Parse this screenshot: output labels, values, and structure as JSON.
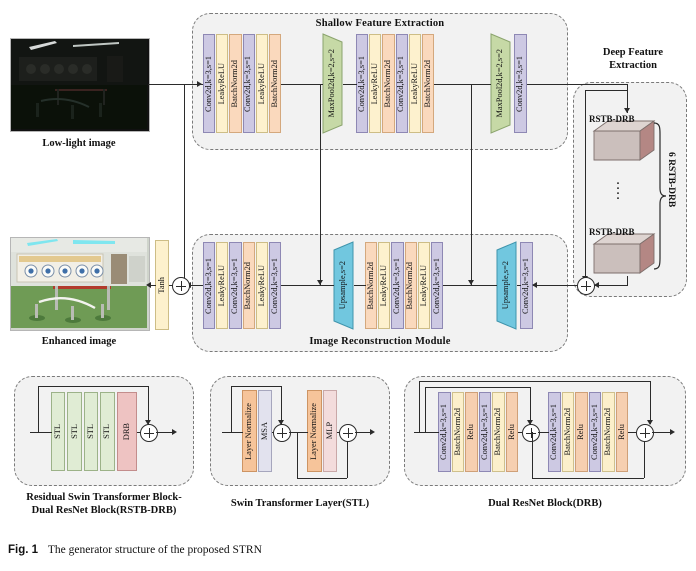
{
  "figure": {
    "label": "Fig. 1",
    "caption": "The generator structure of the proposed STRN"
  },
  "images": {
    "input_caption": "Low-light image",
    "output_caption": "Enhanced image"
  },
  "groups": {
    "shallow": "Shallow Feature Extraction",
    "deep_line1": "Deep Feature",
    "deep_line2": "Extraction",
    "reconstruction": "Image Reconstruction Module"
  },
  "activations": {
    "tanh": "Tanh"
  },
  "shallow_blocks": [
    {
      "label": "Conv2d,k=3,s=1",
      "kind": "conv"
    },
    {
      "label": "LeakyReLU",
      "kind": "lrelu"
    },
    {
      "label": "BatchNorm2d",
      "kind": "bn"
    },
    {
      "label": "Conv2d,k=3,s=1",
      "kind": "conv"
    },
    {
      "label": "LeakyReLU",
      "kind": "lrelu"
    },
    {
      "label": "BatchNorm2d",
      "kind": "bn"
    }
  ],
  "shallow_pool1": {
    "label": "MaxPool2d,k=2,s=2"
  },
  "shallow_blocks2": [
    {
      "label": "Conv2d,k=3,s=1",
      "kind": "conv"
    },
    {
      "label": "LeakyReLU",
      "kind": "lrelu"
    },
    {
      "label": "BatchNorm2d",
      "kind": "bn"
    },
    {
      "label": "Conv2d,k=3,s=1",
      "kind": "conv"
    },
    {
      "label": "LeakyReLU",
      "kind": "lrelu"
    },
    {
      "label": "BatchNorm2d",
      "kind": "bn"
    }
  ],
  "shallow_pool2": {
    "label": "MaxPool2d,k=2,s=2"
  },
  "shallow_tail": {
    "label": "Conv2d,k=3,s=1",
    "kind": "conv"
  },
  "deep": {
    "block_top": "RSTB-DRB",
    "block_bottom": "RSTB-DRB",
    "count_label": "6 RSTB-DRB"
  },
  "recon_blocks1": [
    {
      "label": "Conv2d,k=3,s=1",
      "kind": "conv"
    },
    {
      "label": "LeakyReLU",
      "kind": "lrelu"
    },
    {
      "label": "Conv2d,k=3,s=1",
      "kind": "conv"
    },
    {
      "label": "BatchNorm2d",
      "kind": "bn"
    },
    {
      "label": "LeakyReLU",
      "kind": "lrelu"
    },
    {
      "label": "Conv2d,k=3,s=1",
      "kind": "conv"
    }
  ],
  "recon_up1": {
    "label": "Upsample,s=2"
  },
  "recon_blocks2": [
    {
      "label": "BatchNorm2d",
      "kind": "bn"
    },
    {
      "label": "LeakyReLU",
      "kind": "lrelu"
    },
    {
      "label": "Conv2d,k=3,s=1",
      "kind": "conv"
    },
    {
      "label": "BatchNorm2d",
      "kind": "bn"
    },
    {
      "label": "LeakyReLU",
      "kind": "lrelu"
    },
    {
      "label": "Conv2d,k=3,s=1",
      "kind": "conv"
    }
  ],
  "recon_up2": {
    "label": "Upsample,s=2"
  },
  "recon_tail": {
    "label": "Conv2d,k=3,s=1",
    "kind": "conv"
  },
  "rstb_drb_panel": {
    "title_line1": "Residual Swin Transformer Block-",
    "title_line2": "Dual ResNet Block(RSTB-DRB)",
    "blocks": [
      {
        "label": "STL",
        "kind": "stl"
      },
      {
        "label": "STL",
        "kind": "stl"
      },
      {
        "label": "STL",
        "kind": "stl"
      },
      {
        "label": "STL",
        "kind": "stl"
      },
      {
        "label": "DRB",
        "kind": "drb"
      }
    ]
  },
  "stl_panel": {
    "title": "Swin Transformer Layer(STL)",
    "blocks": [
      {
        "label": "Layer Normalize",
        "kind": "ln"
      },
      {
        "label": "MSA",
        "kind": "msa"
      },
      {
        "label": "Layer Normalize",
        "kind": "ln"
      },
      {
        "label": "MLP",
        "kind": "mlp"
      }
    ]
  },
  "drb_panel": {
    "title": "Dual ResNet Block(DRB)",
    "branch1": [
      {
        "label": "Conv2d,k=3,s=1",
        "kind": "conv"
      },
      {
        "label": "BatchNorm2d",
        "kind": "bn2"
      },
      {
        "label": "Relu",
        "kind": "relu"
      },
      {
        "label": "Conv2d,k=3,s=1",
        "kind": "conv"
      },
      {
        "label": "BatchNorm2d",
        "kind": "bn2"
      },
      {
        "label": "Relu",
        "kind": "relu"
      }
    ],
    "branch2": [
      {
        "label": "Conv2d,k=3,s=1",
        "kind": "conv"
      },
      {
        "label": "BatchNorm2d",
        "kind": "bn2"
      },
      {
        "label": "Relu",
        "kind": "relu"
      },
      {
        "label": "Conv2d,k=3,s=1",
        "kind": "conv"
      },
      {
        "label": "BatchNorm2d",
        "kind": "bn2"
      },
      {
        "label": "Relu",
        "kind": "relu"
      }
    ]
  },
  "colors": {
    "conv": "#cdc9e3",
    "lrelu": "#fdf1ce",
    "bn": "#fad9bd",
    "maxpool": "#c6d9a6",
    "upsample": "#71c7df",
    "stl": "#e0ecd4",
    "drb": "#eec3c2",
    "layer_norm": "#f6c49a",
    "msa": "#e2e2ee",
    "mlp": "#f3dcdc",
    "group_bg": "#f2f2f2",
    "line": "#2b2b2b"
  }
}
